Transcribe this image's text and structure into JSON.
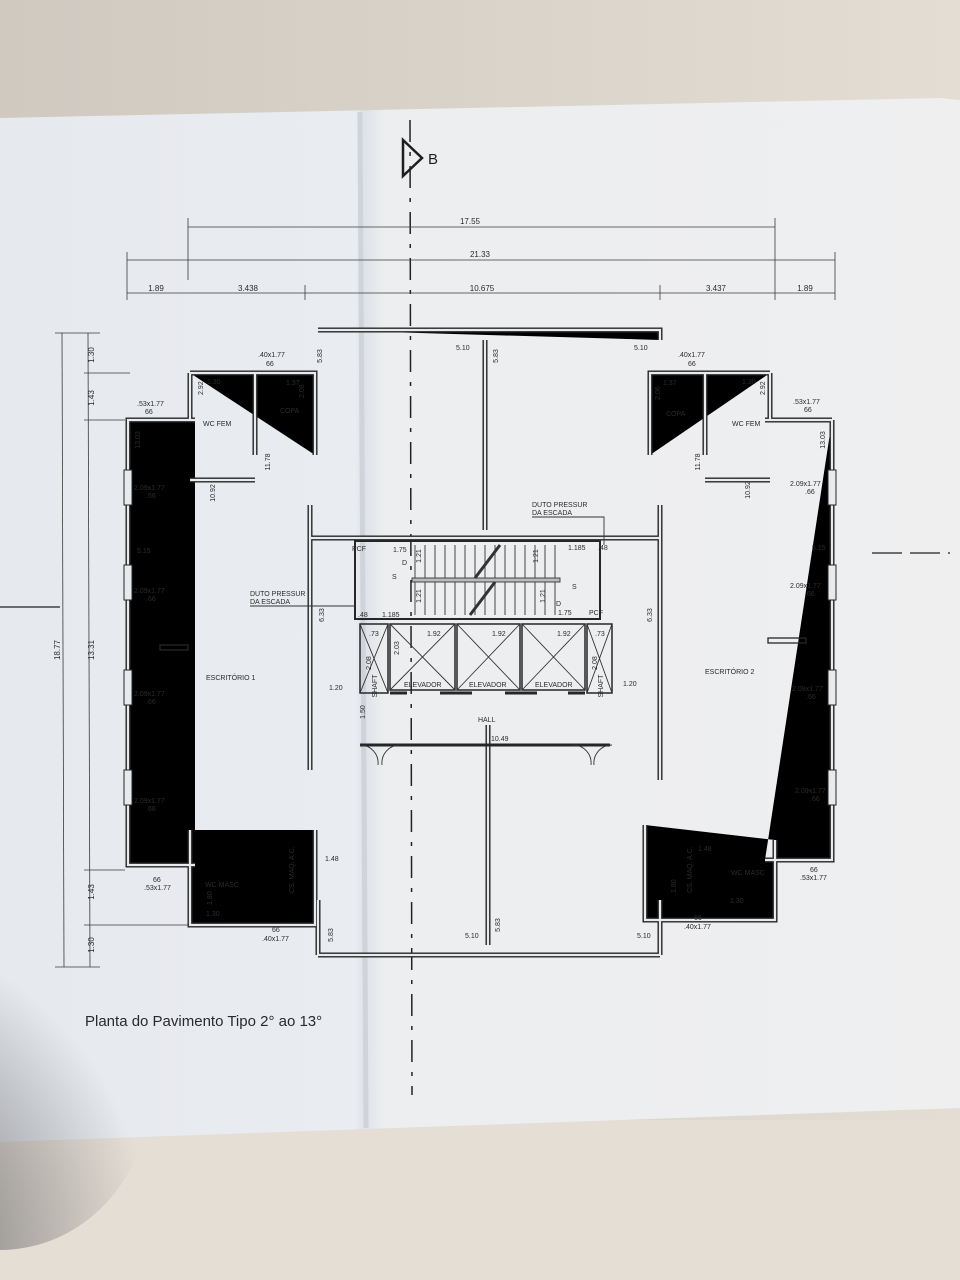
{
  "section_marker": "B",
  "dimensions": {
    "top_inner": "17.55",
    "top_overall": "21.33",
    "top_segments": [
      "1.89",
      "3.438",
      "10.675",
      "3.437",
      "1.89"
    ],
    "left_overall": "18.77",
    "left_segments": [
      "1.30",
      "1.43",
      "13.31",
      "1.43",
      "1.30"
    ]
  },
  "balcony_top": [
    "5.83",
    "5.10",
    "5.83",
    "5.10"
  ],
  "balcony_bottom": [
    "5.83",
    "5.10",
    "5.83",
    "5.10"
  ],
  "left_wing": {
    "copa_window": ".40x1.77",
    "copa_window_sill": "66",
    "copa_width": "1.37",
    "copa_depth": "2.08",
    "copa": "COPA",
    "wc_fem": "WC FEM",
    "wc_fem_dim1": "2.92",
    "wc_fem_dim2": "1.30",
    "wc_window": ".53x1.77",
    "wc_window_sill": "66",
    "dim_13_03": "13.03",
    "dim_11_78": "11.78",
    "dim_10_92": "10.92",
    "office": "ESCRITÓRIO 1",
    "wall_dim": "5.15",
    "windows": [
      ".66",
      ".66",
      ".66",
      ".66"
    ],
    "window_size": "2.09x1.77",
    "maq": "CS. MAQ. A.C.",
    "maq_dim": "1.48",
    "wc_masc": "WC MASC",
    "wc_masc_dim1": "1.80",
    "wc_masc_dim2": "1.30",
    "masc_window_sill": "66",
    "masc_window": ".53x1.77",
    "maq_window_sill": "66",
    "maq_window": ".40x1.77"
  },
  "right_wing": {
    "copa_window": ".40x1.77",
    "copa_window_sill": "66",
    "copa_width": "1.37",
    "copa_depth": "2.06",
    "copa": "COPA",
    "wc_fem": "WC FEM",
    "wc_fem_dim1": "2.92",
    "wc_fem_dim2": "1.30",
    "wc_window": ".53x1.77",
    "wc_window_sill": "66",
    "dim_13_03": "13.03",
    "dim_11_78": "11.78",
    "dim_10_92": "10.92",
    "office": "ESCRITÓRIO 2",
    "wall_dim": "5.15",
    "windows": [
      ".66",
      ".66",
      ".66",
      ".66"
    ],
    "window_size": "2.09x1.77",
    "maq": "CS. MAQ. A.C.",
    "maq_dim": "1.48",
    "wc_masc": "WC MASC",
    "wc_masc_dim1": "1.80",
    "wc_masc_dim2": "1.30",
    "masc_window_sill": "66",
    "masc_window": ".53x1.77",
    "maq_window_sill": "66",
    "maq_window": ".40x1.77"
  },
  "core": {
    "duct_line1": "DUTO PRESSUR",
    "duct_line2": "DA ESCADA",
    "pcf": "PCF",
    "landing": "1.75",
    "flight_width": "1.21",
    "landing_depth": "1.185",
    "duct_size": ".48",
    "down": "D",
    "up": "S",
    "shaft_width": ".73",
    "shaft_depth": "2.08",
    "shaft": "SHAFT",
    "elevator_width": "1.92",
    "elevator_depth": "2.03",
    "elevator": "ELEVADOR",
    "side_dim": "1.20",
    "hall_depth": "1.50",
    "hall": "HALL",
    "hall_width": "10.49",
    "core_dim": "6.33"
  },
  "title": "Planta do Pavimento Tipo 2° ao 13°"
}
